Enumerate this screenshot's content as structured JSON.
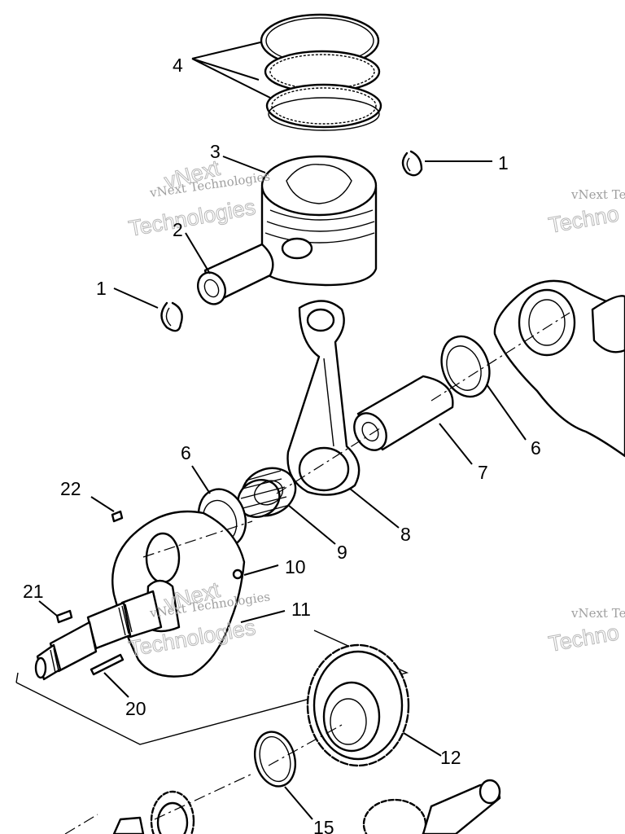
{
  "diagram": {
    "callouts": {
      "c1a": "1",
      "c1b": "1",
      "c2": "2",
      "c3": "3",
      "c4": "4",
      "c6a": "6",
      "c6b": "6",
      "c7": "7",
      "c8": "8",
      "c9": "9",
      "c10": "10",
      "c11": "11",
      "c12": "12",
      "c15": "15",
      "c20": "20",
      "c21": "21",
      "c22": "22"
    },
    "watermark": {
      "line1": "vNext Technologies",
      "line2": "Technologies",
      "partial_line1": "vNext Tec",
      "partial_line2": "Techno",
      "top_word": "vNext"
    }
  }
}
